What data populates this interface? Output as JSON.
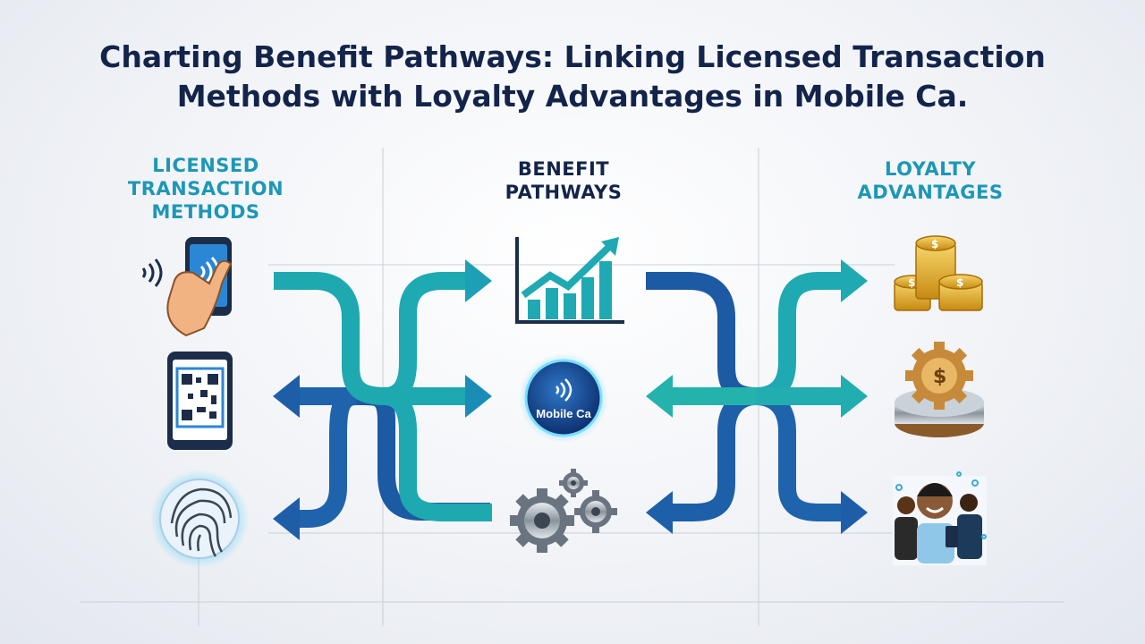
{
  "title": {
    "line1": "Charting Benefit Pathways: Linking Licensed Transaction",
    "line2": "Methods with Loyalty Advantages in Mobile Ca."
  },
  "columns": {
    "left": {
      "lines": [
        "LICENSED",
        "TRANSACTION",
        "METHODS"
      ],
      "color": "#1d97b6"
    },
    "center": {
      "lines": [
        "BENEFIT",
        "PATHWAYS"
      ],
      "color": "#13244a"
    },
    "right": {
      "lines": [
        "LOYALTY",
        "ADVANTAGES"
      ],
      "color": "#1d97b6"
    }
  },
  "center_badge": {
    "label": "Mobile Ca"
  },
  "icons": {
    "left": [
      "contactless-phone-icon",
      "qr-code-phone-icon",
      "fingerprint-icon"
    ],
    "center": [
      "growth-chart-icon",
      "mobile-ca-badge-icon",
      "gears-icon"
    ],
    "right": [
      "coin-stack-icon",
      "gear-coin-icon",
      "happy-users-icon"
    ]
  },
  "colors": {
    "teal": "#1ea8b0",
    "blue": "#1f5fa8",
    "navy": "#13244a"
  }
}
